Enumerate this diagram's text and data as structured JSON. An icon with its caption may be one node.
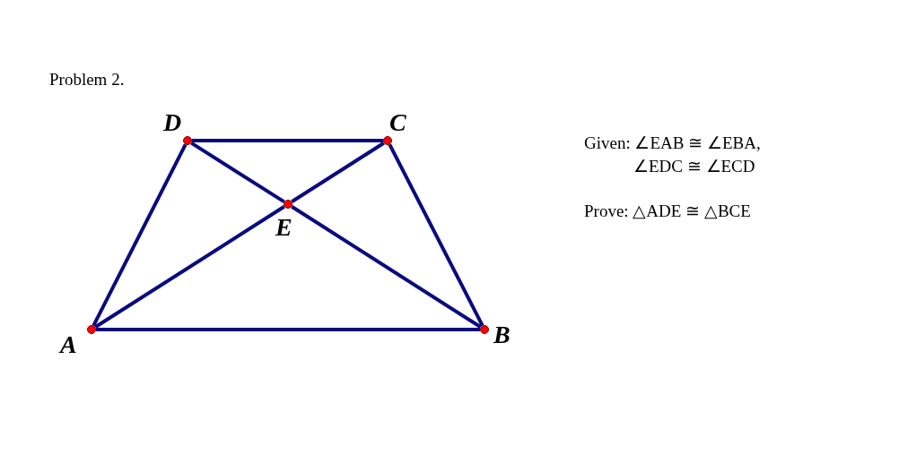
{
  "diagram": {
    "title": "Problem 2.",
    "nodes": [
      {
        "text": [
          "D"
        ]
      },
      {
        "text": [
          "C"
        ]
      },
      {
        "text": [
          "E"
        ]
      },
      {
        "text": [
          "A"
        ]
      },
      {
        "text": [
          "B"
        ]
      }
    ],
    "edges": [
      {
        "from": 0,
        "to": 1,
        "arrow": "none"
      },
      {
        "from": 0,
        "to": 3,
        "arrow": "none"
      },
      {
        "from": 1,
        "to": 4,
        "arrow": "none"
      },
      {
        "from": 3,
        "to": 4,
        "arrow": "none"
      },
      {
        "from": 3,
        "to": 2,
        "arrow": "none"
      },
      {
        "from": 2,
        "to": 1,
        "arrow": "none"
      },
      {
        "from": 0,
        "to": 2,
        "arrow": "none"
      },
      {
        "from": 2,
        "to": 4,
        "arrow": "none"
      }
    ],
    "labels": [
      "Given: ∠EAB ≅ ∠EBA,",
      "∠EDC ≅ ∠ECD",
      "Prove: △ADE ≅ △BCE"
    ]
  }
}
